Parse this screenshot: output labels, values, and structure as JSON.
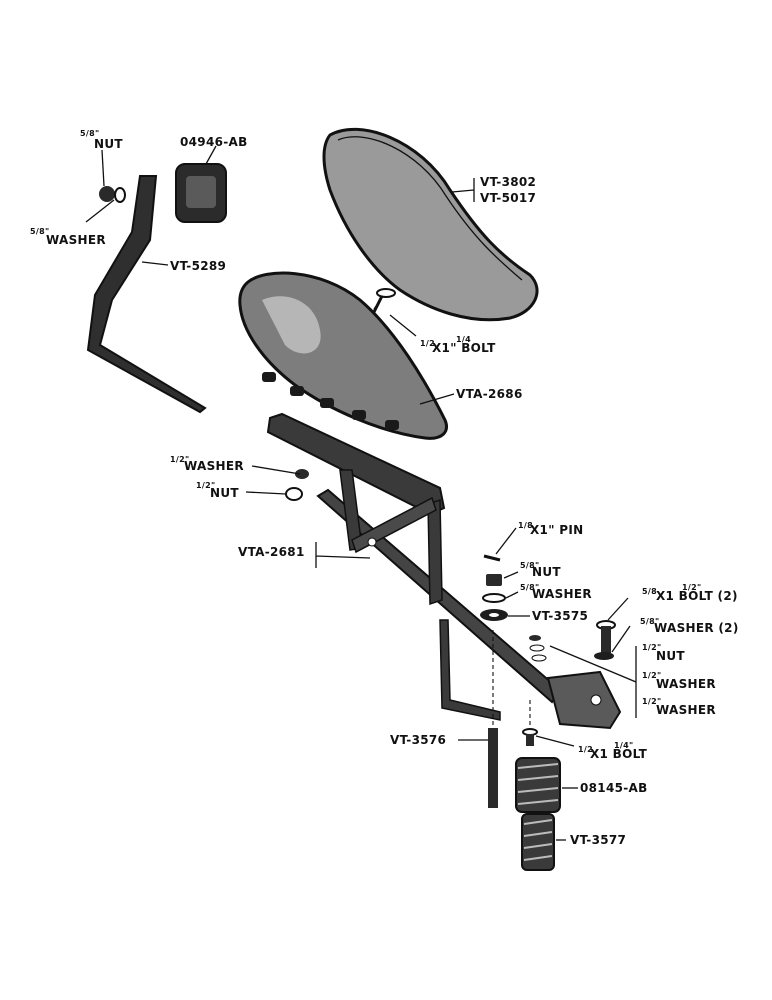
{
  "labels": {
    "nut_5_8_top": "NUT",
    "nut_5_8_top_frac": "5/8\"",
    "washer_5_8_top": "WASHER",
    "washer_5_8_top_frac": "5/8\"",
    "cushion_part": "04946-AB",
    "vt3802": "VT-3802",
    "vt5017": "VT-5017",
    "vt5289": "VT-5289",
    "bolt_half_top": "X1\" BOLT",
    "bolt_half_top_frac_a": "1/2",
    "bolt_half_top_frac_b": "1/4",
    "vta2686": "VTA-2686",
    "washer_half": "WASHER",
    "washer_half_frac": "1/2\"",
    "nut_half": "NUT",
    "nut_half_frac": "1/2\"",
    "vta2681": "VTA-2681",
    "pin": "X1\" PIN",
    "pin_frac": "1/8",
    "nut_5_8_mid": "NUT",
    "nut_5_8_mid_frac": "5/8\"",
    "washer_5_8_mid": "WASHER",
    "washer_5_8_mid_frac": "5/8\"",
    "vt3575": "VT-3575",
    "bolt_5_8_2": "X1 BOLT (2)",
    "bolt_5_8_2_frac_a": "5/8",
    "bolt_5_8_2_frac_b": "1/2\"",
    "washer_5_8_2": "WASHER (2)",
    "washer_5_8_2_frac": "5/8\"",
    "nut_half_b": "NUT",
    "nut_half_b_frac": "1/2\"",
    "washer_half_b": "WASHER",
    "washer_half_b_frac": "1/2\"",
    "washer_half_c": "WASHER",
    "washer_half_c_frac": "1/2\"",
    "vt3576": "VT-3576",
    "bolt_half_bottom": "X1 BOLT",
    "bolt_half_bottom_frac_a": "1/2",
    "bolt_half_bottom_frac_b": "1/4\"",
    "spring_part": "08145-AB",
    "vt3577": "VT-3577"
  }
}
